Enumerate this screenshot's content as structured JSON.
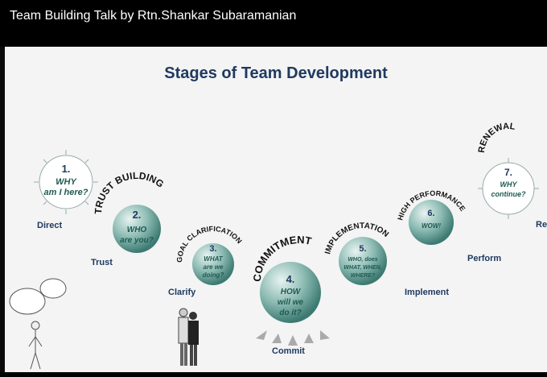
{
  "video_title": "Team Building Talk by Rtn.Shankar Subaramanian",
  "slide": {
    "title": "Stages of Team Development",
    "stages": [
      {
        "num": "1.",
        "line1": "WHY",
        "line2": "am I here?",
        "label": "Direct",
        "arc": ""
      },
      {
        "num": "2.",
        "line1": "WHO",
        "line2": "are you?",
        "label": "Trust",
        "arc": "TRUST BUILDING"
      },
      {
        "num": "3.",
        "line1": "WHAT",
        "line2": "are we",
        "line3": "doing?",
        "label": "Clarify",
        "arc": "GOAL CLARIFICATION"
      },
      {
        "num": "4.",
        "line1": "HOW",
        "line2": "will we",
        "line3": "do it?",
        "label": "Commit",
        "arc": "COMMITMENT"
      },
      {
        "num": "5.",
        "line1": "WHO, does",
        "line2": "WHAT, WHEN,",
        "line3": "WHERE?",
        "label": "Implement",
        "arc": "IMPLEMENTATION"
      },
      {
        "num": "6.",
        "line1": "WOW!",
        "label": "Perform",
        "arc": "HIGH PERFORMANCE"
      },
      {
        "num": "7.",
        "line1": "WHY",
        "line2": "continue?",
        "label": "Re",
        "arc": "RENEWAL"
      }
    ]
  },
  "colors": {
    "title": "#1f3a60",
    "ball": "#7fb0a8",
    "ball_dark": "#2f6f66"
  }
}
